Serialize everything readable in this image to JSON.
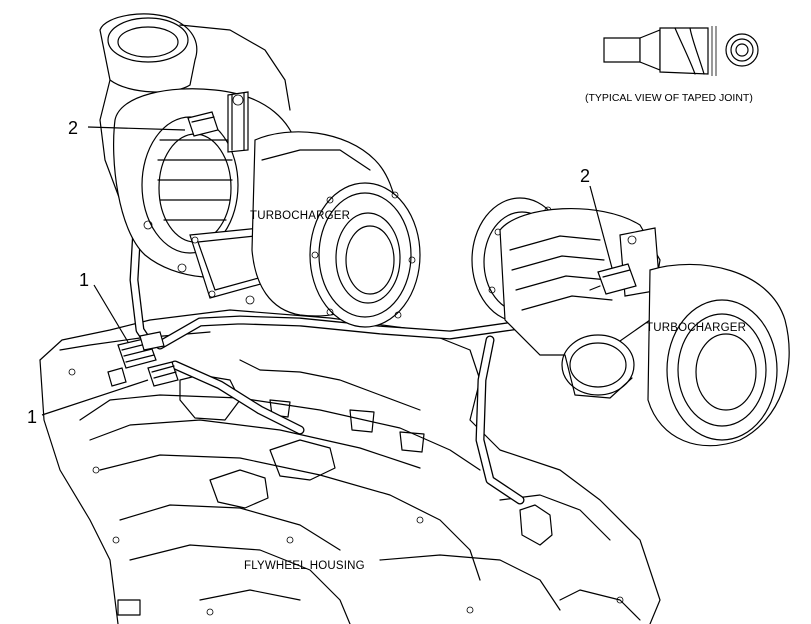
{
  "labels": {
    "callout_1_upper": "1",
    "callout_1_lower": "1",
    "callout_2_left": "2",
    "callout_2_right": "2",
    "turbo_left": "TURBOCHARGER",
    "turbo_right": "TURBOCHARGER",
    "flywheel_housing": "FLYWHEEL HOUSING",
    "taped_joint_caption": "(TYPICAL VIEW OF TAPED JOINT)"
  },
  "colors": {
    "line": "#000000",
    "background": "#ffffff"
  }
}
